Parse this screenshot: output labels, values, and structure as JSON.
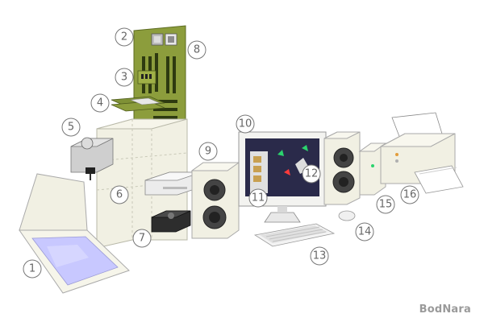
{
  "watermark": "BodNara",
  "callouts": [
    "1",
    "2",
    "3",
    "4",
    "5",
    "6",
    "7",
    "8",
    "9",
    "10",
    "11",
    "12",
    "13",
    "14",
    "15",
    "16"
  ],
  "colors": {
    "case": "#f1f0e3",
    "case_line": "#b8b8a8",
    "motherboard": "#8c9d3c",
    "board_dark": "#5c6b22",
    "screen_bg": "#2a2a4a",
    "scanner_glass": "#c8c8ff",
    "callout_stroke": "#777777"
  }
}
